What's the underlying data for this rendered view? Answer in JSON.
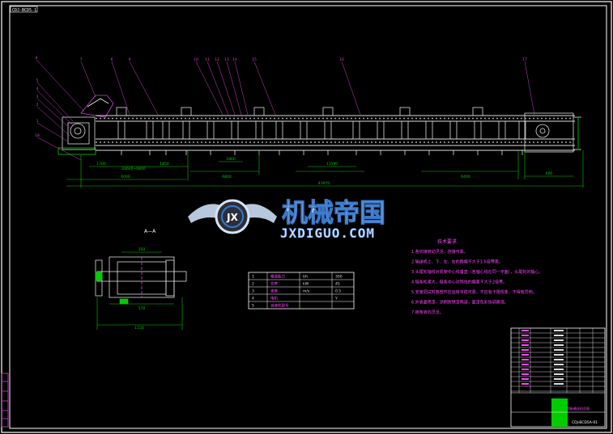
{
  "drawing_code": "CDJ-BCD5-1",
  "dimensions": {
    "d_1700": "1700",
    "d_range": "24600~6800",
    "d_1850": "1850",
    "d_6800": "6800",
    "d_1860": "1860",
    "d_11590": "11590",
    "d_6400": "6400",
    "d_total": "41970",
    "d_600": "600",
    "d_6000": "6000"
  },
  "balloons": [
    "8",
    "7",
    "6",
    "9",
    "10",
    "11",
    "12",
    "13",
    "14",
    "15",
    "16",
    "17",
    "5",
    "4",
    "3",
    "2",
    "1",
    "18"
  ],
  "section_label": "A—A",
  "section_dims": {
    "top": "350",
    "mid": "570",
    "bottom": "1150"
  },
  "watermark": {
    "title": "机械帝国",
    "subtitle": "JXDIGUO.COM",
    "logo_letter": "JX"
  },
  "notes": {
    "title": "技术要求",
    "items": [
      "1.各铰接转动灵活，连接可靠。",
      "2.输送机上、下、左、右的跑偏不大于1.5倍带宽。",
      "3.头尾轮轴线对机架中心线垂直（各轴心线在同一平面），头尾轮的轴心。",
      "4.链条松紧大，链条中心对称线的偏差不大于2倍带。",
      "5.安装调试时各部件应运转平稳可靠，不应有卡阻现象，不得有异响。",
      "6.外表面喷漆，涂刷防锈漆两道，面漆色彩协调美观。",
      "7.链条转向灵活。"
    ]
  },
  "param_table": {
    "rows": [
      [
        "1",
        "输送能力",
        "t/h",
        "300"
      ],
      [
        "2",
        "功率",
        "kW",
        "45"
      ],
      [
        "3",
        "速度",
        "m/s",
        "0.5"
      ],
      [
        "4",
        "电机",
        "",
        "Y"
      ],
      [
        "5",
        "减速机型号",
        "",
        ""
      ]
    ]
  },
  "title_block": {
    "drawing_number": "CDJ-BCD5A-01",
    "name": "刮板输送机总图"
  },
  "colors": {
    "frame": "#ffffff",
    "dimension": "#00cc00",
    "leader": "#cc44cc",
    "equipment": "#dddddd",
    "notes": "#ff44ff",
    "watermark_main": "#d8e4f0",
    "watermark_blue": "#3a78c8"
  }
}
